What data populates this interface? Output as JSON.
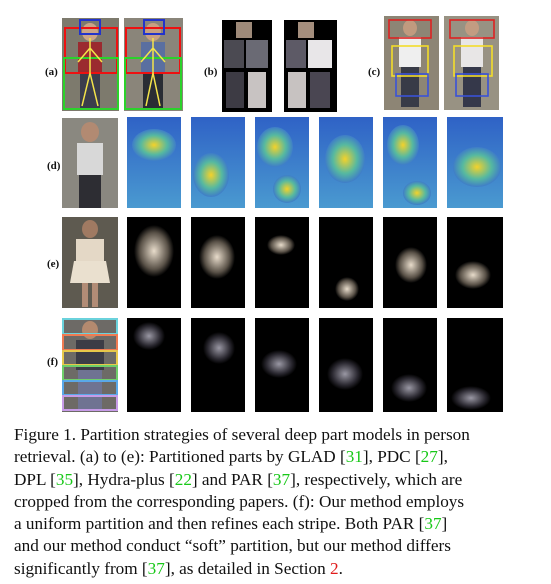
{
  "panel_labels": {
    "a": "(a)",
    "b": "(b)",
    "c": "(c)",
    "d": "(d)",
    "e": "(e)",
    "f": "(f)"
  },
  "caption": {
    "l1": "Figure 1. Partition strategies of several deep part models in person",
    "l2a": "retrieval. (a) to (e): Partitioned parts by GLAD [",
    "l2r1": "31",
    "l2b": "], PDC [",
    "l2r2": "27",
    "l2c": "],",
    "l3a": "DPL [",
    "l3r1": "35",
    "l3b": "], Hydra-plus [",
    "l3r2": "22",
    "l3c": "] and PAR [",
    "l3r3": "37",
    "l3d": "], respectively, which are",
    "l4": "cropped from the corresponding papers. (f): Our method employs",
    "l5a": "a uniform partition and then refines each stripe.  Both PAR [",
    "l5r1": "37",
    "l5b": "]",
    "l6": "and our method conduct “soft” partition, but our method differs",
    "l7a": "significantly from [",
    "l7r1": "37",
    "l7b": "], as detailed in Section ",
    "l7r2": "2",
    "l7c": "."
  },
  "colors": {
    "citation": "#17c817",
    "section_ref": "#e01b1b"
  }
}
